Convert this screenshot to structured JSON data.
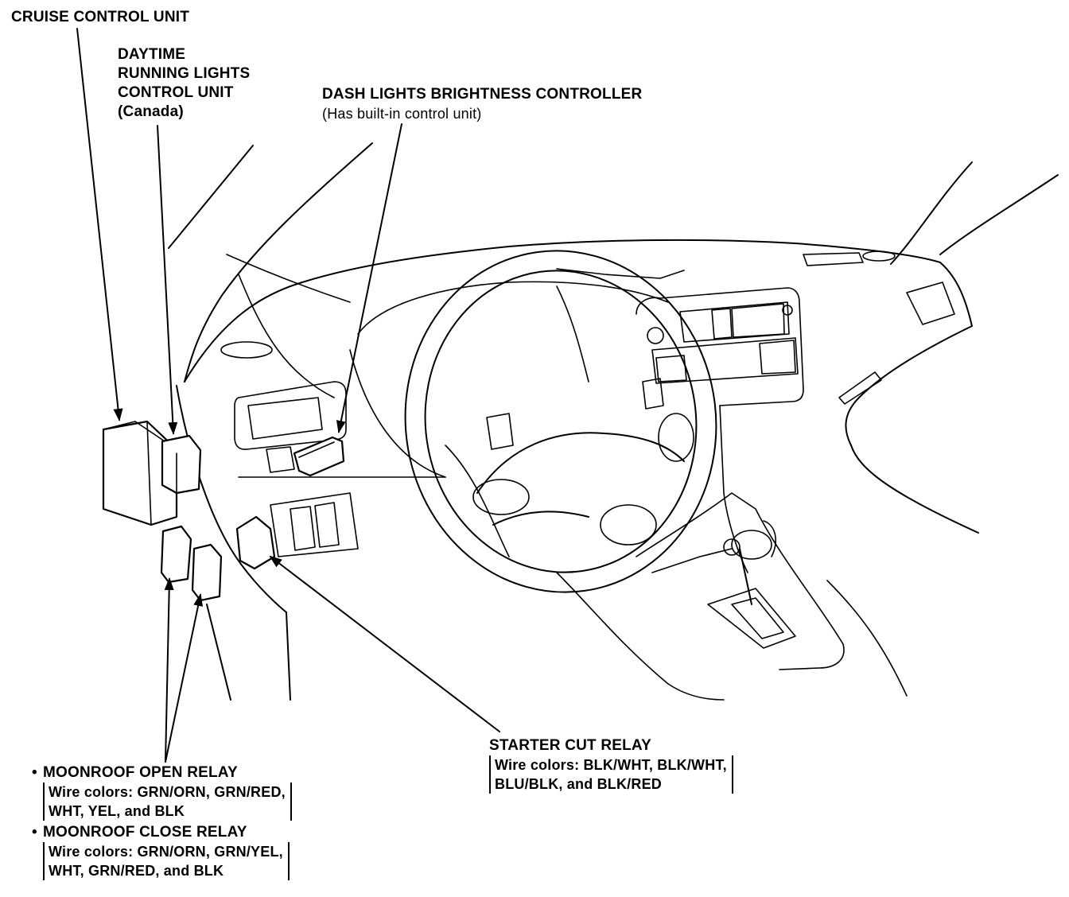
{
  "labels": {
    "cruise_control_unit": "CRUISE CONTROL UNIT",
    "drl_unit": {
      "line1": "DAYTIME",
      "line2": "RUNNING LIGHTS",
      "line3": "CONTROL UNIT",
      "line4": "(Canada)"
    },
    "dash_lights": {
      "title": "DASH LIGHTS BRIGHTNESS CONTROLLER",
      "note": "(Has built-in control unit)"
    },
    "starter_cut_relay": {
      "title": "STARTER CUT RELAY",
      "wire_line1": "Wire colors: BLK/WHT, BLK/WHT,",
      "wire_line2": "BLU/BLK, and BLK/RED"
    },
    "moonroof_open_relay": {
      "bullet": "•",
      "title": "MOONROOF OPEN RELAY",
      "wire_line1": "Wire colors: GRN/ORN, GRN/RED,",
      "wire_line2": "WHT, YEL, and BLK"
    },
    "moonroof_close_relay": {
      "bullet": "•",
      "title": "MOONROOF CLOSE RELAY",
      "wire_line1": "Wire colors: GRN/ORN, GRN/YEL,",
      "wire_line2": "WHT, GRN/RED, and BLK"
    }
  },
  "colors": {
    "ink": "#000000",
    "paper": "#ffffff"
  }
}
